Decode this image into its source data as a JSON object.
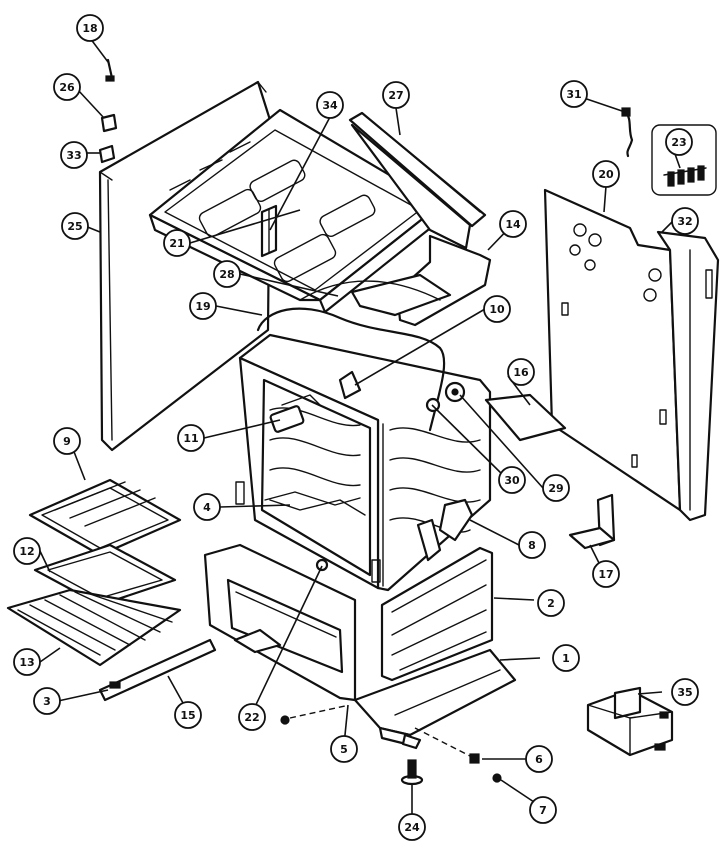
{
  "callouts": [
    "1",
    "2",
    "3",
    "4",
    "5",
    "6",
    "7",
    "8",
    "9",
    "10",
    "11",
    "12",
    "13",
    "14",
    "15",
    "16",
    "17",
    "18",
    "19",
    "20",
    "21",
    "22",
    "23",
    "24",
    "25",
    "26",
    "27",
    "28",
    "29",
    "30",
    "31",
    "32",
    "33",
    "34",
    "35"
  ],
  "colors": {
    "ink": "#111111",
    "paper": "#ffffff"
  }
}
